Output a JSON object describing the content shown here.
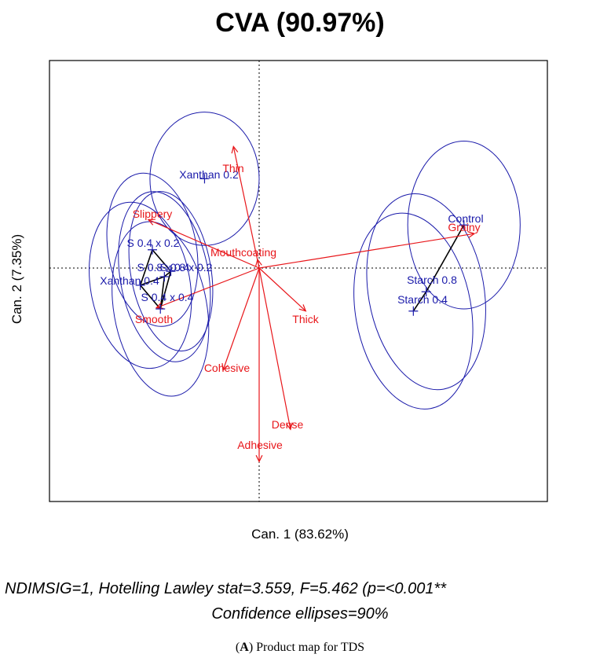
{
  "chart_data": {
    "type": "scatter",
    "title": "CVA (90.97%)",
    "xlabel": "Can. 1 (83.62%)",
    "ylabel": "Can. 2 (7.35%)",
    "xlim": [
      -3.3,
      2.9
    ],
    "ylim": [
      -2.2,
      1.9
    ],
    "grid": false,
    "reference_lines": [
      "x=0 dotted",
      "y=0 dotted"
    ],
    "products": [
      {
        "name": "Xanthan 0.2",
        "x": -0.68,
        "y": 0.83,
        "ellipse_rx": 0.68,
        "ellipse_ry": 0.62,
        "tilt": 0
      },
      {
        "name": "Control",
        "x": 2.55,
        "y": 0.4,
        "ellipse_rx": 0.7,
        "ellipse_ry": 0.78,
        "tilt": 0
      },
      {
        "name": "Starch 0.8",
        "x": 2.08,
        "y": -0.22,
        "ellipse_rx": 0.72,
        "ellipse_ry": 0.92,
        "tilt": -10
      },
      {
        "name": "Starch 0.4",
        "x": 1.92,
        "y": -0.4,
        "ellipse_rx": 0.72,
        "ellipse_ry": 0.92,
        "tilt": -10
      },
      {
        "name": "S 0.4 x 0.2",
        "x": -1.33,
        "y": 0.17,
        "ellipse_rx": 0.55,
        "ellipse_ry": 0.72,
        "tilt": -10
      },
      {
        "name": "S 0.8 x 0.2",
        "x": -1.1,
        "y": -0.03,
        "ellipse_rx": 0.5,
        "ellipse_ry": 0.75,
        "tilt": -10
      },
      {
        "name": "S 0.8 x 0.4",
        "x": -1.18,
        "y": -0.08,
        "ellipse_rx": 0.55,
        "ellipse_ry": 0.8,
        "tilt": -10
      },
      {
        "name": "Xanthan 0.4",
        "x": -1.48,
        "y": -0.16,
        "ellipse_rx": 0.62,
        "ellipse_ry": 0.78,
        "tilt": -10
      },
      {
        "name": "S 0.4 x 0.4",
        "x": -1.23,
        "y": -0.38,
        "ellipse_rx": 0.58,
        "ellipse_ry": 0.82,
        "tilt": -10
      }
    ],
    "attributes": [
      {
        "name": "Thin",
        "x": -0.32,
        "y": 1.13
      },
      {
        "name": "Slippery",
        "x": -1.38,
        "y": 0.45
      },
      {
        "name": "Mouthcoating",
        "x": -0.02,
        "y": 0.08
      },
      {
        "name": "Grainy",
        "x": 2.68,
        "y": 0.32
      },
      {
        "name": "Smooth",
        "x": -1.28,
        "y": -0.37
      },
      {
        "name": "Thick",
        "x": 0.58,
        "y": -0.4
      },
      {
        "name": "Cohesive",
        "x": -0.45,
        "y": -0.95
      },
      {
        "name": "Dense",
        "x": 0.39,
        "y": -1.5
      },
      {
        "name": "Adhesive",
        "x": 0.0,
        "y": -1.8
      }
    ],
    "colors": {
      "products": "#1a1aaa",
      "attributes": "#e8161a",
      "links": "#000000"
    }
  },
  "stats_line1": "NDIMSIG=1, Hotelling Lawley stat=3.559, F=5.462 (p=<0.001**",
  "stats_line2": "Confidence ellipses=90%",
  "caption_letter": "A",
  "caption_text": ") Product map for TDS"
}
